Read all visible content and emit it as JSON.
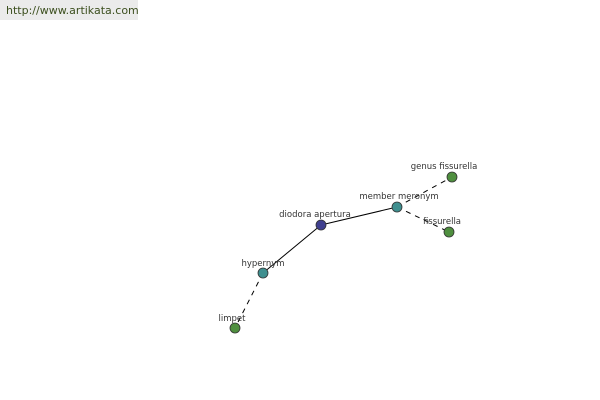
{
  "site_url": "http://www.artikata.com",
  "nodes": [
    {
      "id": "center",
      "label": "diodora apertura",
      "color": "#3f3f8f"
    },
    {
      "id": "member",
      "label": "member meronym",
      "color": "#3f8f8f"
    },
    {
      "id": "hyper",
      "label": "hypernym",
      "color": "#3f8f8f"
    },
    {
      "id": "genus",
      "label": "genus fissurella",
      "color": "#4f8f3f"
    },
    {
      "id": "fiss",
      "label": "fissurella",
      "color": "#4f8f3f"
    },
    {
      "id": "limpet",
      "label": "limpet",
      "color": "#4f8f3f"
    }
  ]
}
